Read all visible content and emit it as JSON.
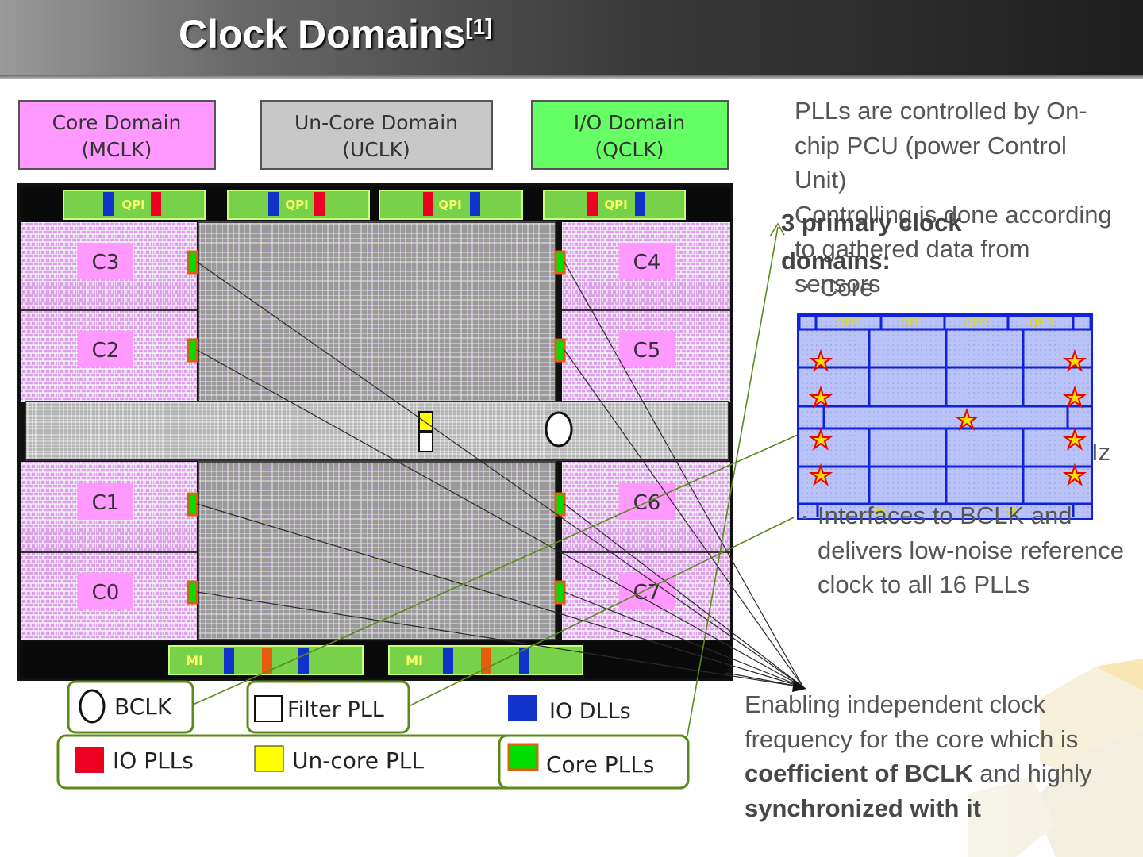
{
  "title": "Clock Domains",
  "title_ref": "[1]",
  "domains": [
    {
      "name": "Core Domain",
      "clock": "(MCLK)",
      "color": "#ff99ff"
    },
    {
      "name": "Un-Core Domain",
      "clock": "(UCLK)",
      "color": "#c8c8c8"
    },
    {
      "name": "I/O Domain",
      "clock": "(QCLK)",
      "color": "#66ff66"
    }
  ],
  "die": {
    "qpi_label": "QPI",
    "mi_label": "MI",
    "cores": [
      "C3",
      "C2",
      "C1",
      "C0",
      "C4",
      "C5",
      "C6",
      "C7"
    ]
  },
  "legend": {
    "bclk": "BCLK",
    "filter_pll": "Filter PLL",
    "io_dlls": "IO DLLs",
    "io_plls": "IO  PLLs",
    "uncore_pll": "Un-core PLL",
    "core_plls": "Core  PLLs"
  },
  "colors": {
    "core_pll": "#00dd00",
    "io_pll": "#ee0022",
    "io_dll": "#1133cc",
    "uncore_pll": "#ffff00",
    "pll_border": "#e85a10",
    "callout": "#5c8a1a"
  },
  "text": {
    "pll_control": "PLLs are controlled by On-chip PCU (power Control Unit)",
    "controlling": "Controlling is done according to gathered data from sensors",
    "heading": "3 primary clock domains:",
    "bullet_core": "Core",
    "hz_fragment": "Iz",
    "sub_bullet": "Interfaces to BCLK and delivers low-noise reference clock to all 16 PLLs",
    "enable_1": "Enabling independent clock frequency for the core which is ",
    "enable_bold1": "coefficient of BCLK",
    "enable_2": " and highly ",
    "enable_bold2": "synchronized with it"
  },
  "inset": {
    "qpi": [
      "QPI0",
      "QPI1",
      "QPI2",
      "QPI3"
    ],
    "mi": [
      "MI",
      "MI"
    ]
  }
}
